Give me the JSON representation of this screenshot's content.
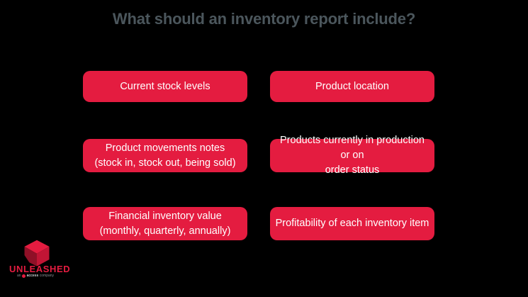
{
  "title": "What should an inventory report include?",
  "boxes": [
    {
      "lines": [
        "Current stock levels"
      ]
    },
    {
      "lines": [
        "Product location"
      ]
    },
    {
      "lines": [
        "Product movements notes",
        "(stock in, stock out, being sold)"
      ]
    },
    {
      "lines": [
        "Products currently in production or on",
        "order status"
      ]
    },
    {
      "lines": [
        "Financial inventory value",
        "(monthly, quarterly, annually)"
      ]
    },
    {
      "lines": [
        "Profitability of each inventory item"
      ]
    }
  ],
  "logo": {
    "brand": "UNLEASHED",
    "tagline_prefix": "an",
    "tagline_brand": "access",
    "tagline_suffix": "company",
    "icon": "cube-icon"
  },
  "colors": {
    "background": "#000000",
    "accent_red": "#e41c40",
    "cube_top": "#e41c40",
    "cube_left": "#8f1027",
    "cube_right": "#c11535",
    "title_text": "#4b565c",
    "box_text": "#ffffff"
  }
}
